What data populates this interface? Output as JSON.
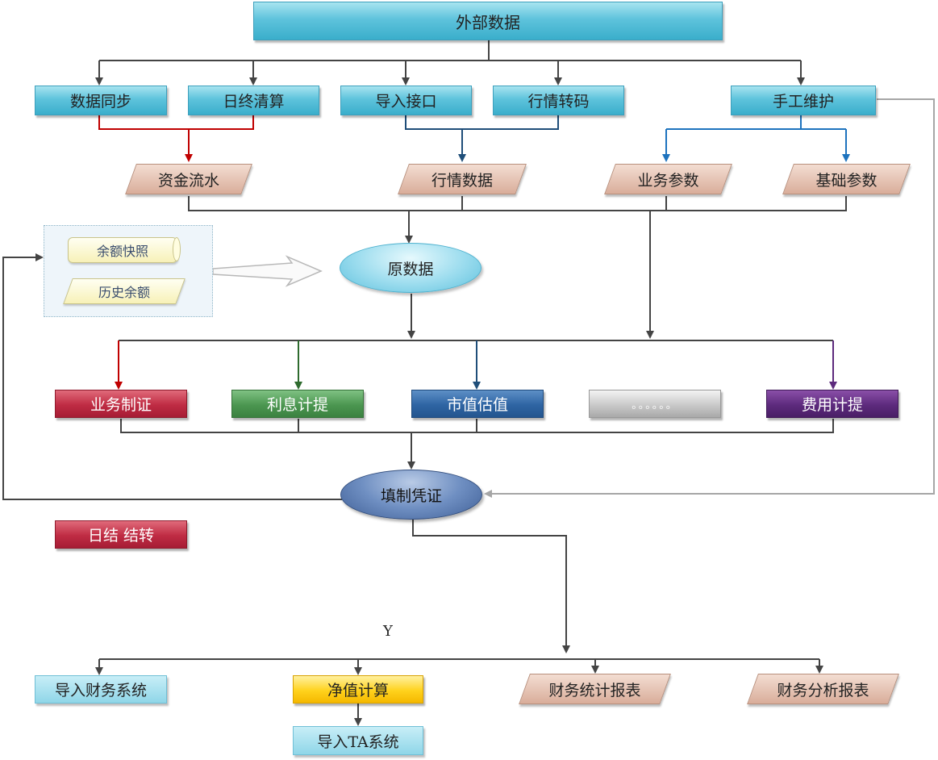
{
  "top": {
    "external_data": "外部数据"
  },
  "sources": {
    "data_sync": "数据同步",
    "eod_settlement": "日终清算",
    "import_interface": "导入接口",
    "quote_transcode": "行情转码",
    "manual_maintenance": "手工维护"
  },
  "data_types": {
    "fund_flow": "资金流水",
    "quote_data": "行情数据",
    "business_params": "业务参数",
    "base_params": "基础参数"
  },
  "snapshot_panel": {
    "balance_snapshot": "余额快照",
    "historical_balance": "历史余额"
  },
  "raw_data": "原数据",
  "processes": {
    "business_voucher": "业务制证",
    "interest_accrual": "利息计提",
    "market_valuation": "市值估值",
    "more": "。。。。。。",
    "expense_accrual": "费用计提"
  },
  "fill_voucher": "填制凭证",
  "daily_close": "日结 结转",
  "y_label": "Y",
  "outputs": {
    "import_finance_system": "导入财务系统",
    "nav_calc": "净值计算",
    "financial_stats_report": "财务统计报表",
    "financial_analysis_report": "财务分析报表",
    "import_ta_system": "导入TA系统"
  },
  "colors": {
    "connector_dark": "#444444",
    "connector_red": "#c00000",
    "connector_blue": "#1f4e79",
    "connector_bright_blue": "#1e73be",
    "connector_green": "#2e6b2e",
    "connector_purple": "#5d2a7d",
    "connector_gray": "#a6a6a6"
  }
}
